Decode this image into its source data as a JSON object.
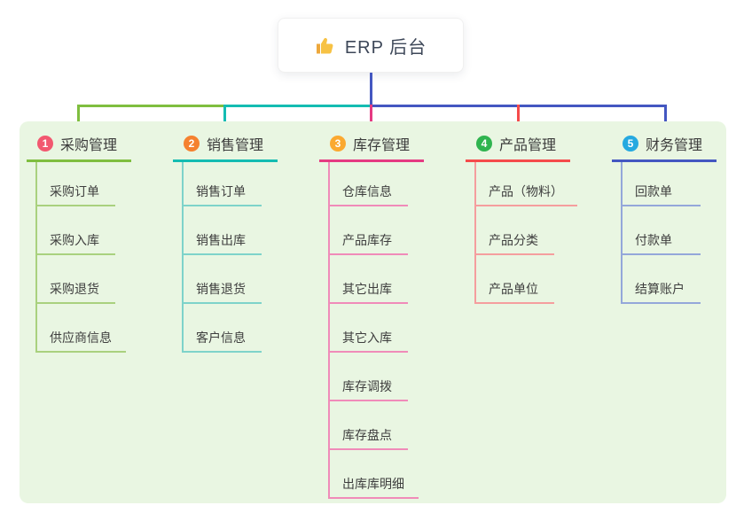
{
  "root": {
    "icon": "thumbs-up-icon",
    "label": "ERP 后台"
  },
  "branches": [
    {
      "num": "1",
      "label": "采购管理",
      "badge_color": "#f25870",
      "line_color": "#7fbe3f",
      "child_line_color": "#a9d17e",
      "children": [
        "采购订单",
        "采购入库",
        "采购退货",
        "供应商信息"
      ]
    },
    {
      "num": "2",
      "label": "销售管理",
      "badge_color": "#f5812f",
      "line_color": "#14bcb2",
      "child_line_color": "#7ed3ca",
      "children": [
        "销售订单",
        "销售出库",
        "销售退货",
        "客户信息"
      ]
    },
    {
      "num": "3",
      "label": "库存管理",
      "badge_color": "#fba930",
      "line_color": "#e53a82",
      "child_line_color": "#f08bb9",
      "children": [
        "仓库信息",
        "产品库存",
        "其它出库",
        "其它入库",
        "库存调拨",
        "库存盘点",
        "出库库明细"
      ]
    },
    {
      "num": "4",
      "label": "产品管理",
      "badge_color": "#2fb44f",
      "line_color": "#f54b4b",
      "child_line_color": "#f59e9e",
      "children": [
        "产品（物料）",
        "产品分类",
        "产品单位"
      ]
    },
    {
      "num": "5",
      "label": "财务管理",
      "badge_color": "#25a9e0",
      "line_color": "#4457c1",
      "child_line_color": "#94a7da",
      "children": [
        "回款单",
        "付款单",
        "结算账户"
      ]
    }
  ],
  "colors": {
    "canvas_bg": "#ffffff",
    "panel_bg": "#e9f6e2",
    "root_connector": "#4457c1",
    "thumb_yellow": "#f7c244",
    "thumb_cuff": "#eda83c"
  }
}
